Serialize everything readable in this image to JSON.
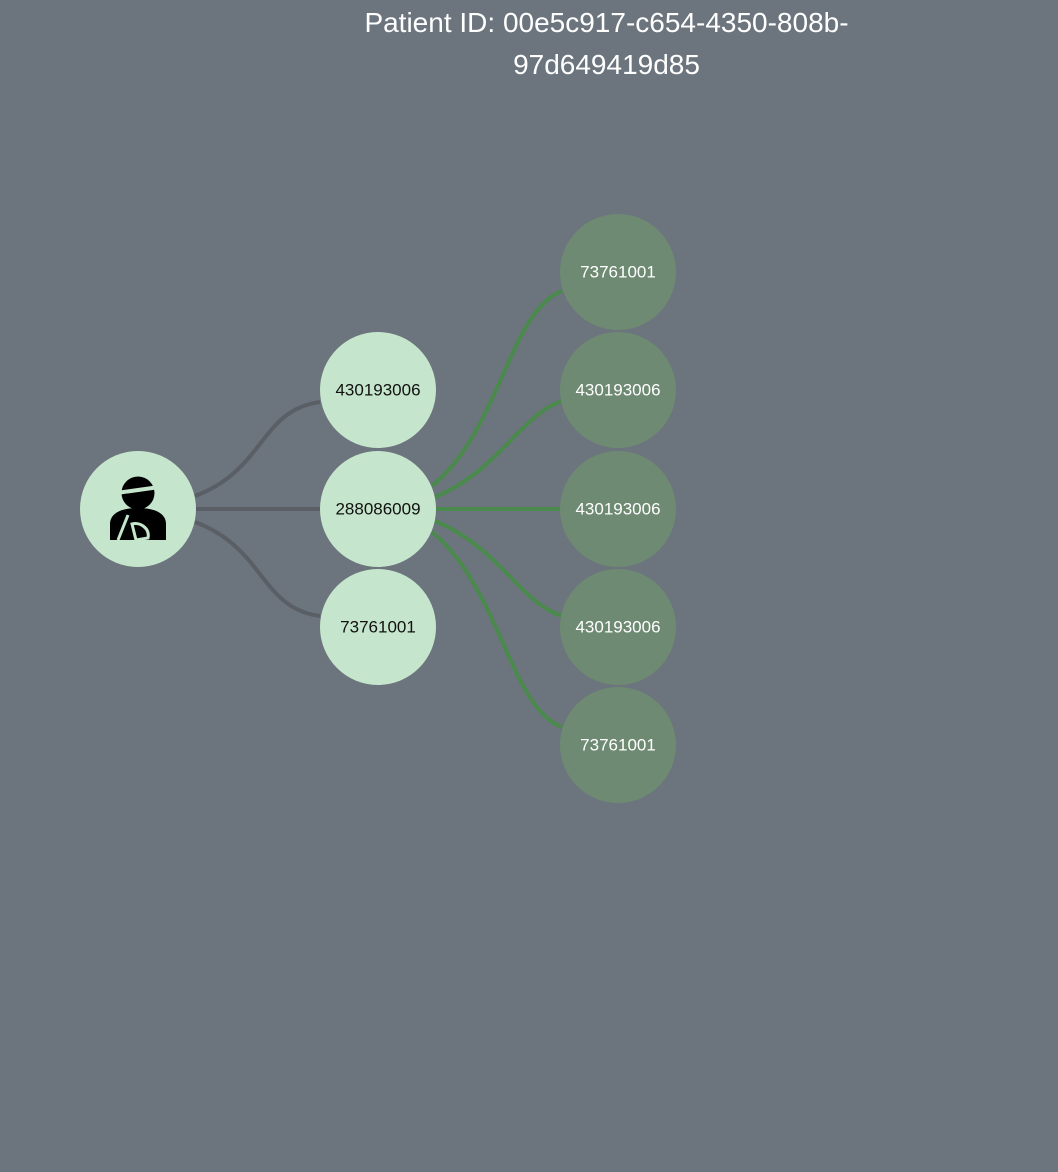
{
  "title": "Patient ID: 00e5c917-c654-4350-808b-97d649419d85",
  "colors": {
    "background": "#6c747d",
    "node_light": "#c5e6cc",
    "node_dark": "#6e8a72",
    "edge_gray": "#5a5f66",
    "edge_green": "#4a8a4c"
  },
  "root": {
    "icon": "injured-patient-icon"
  },
  "level1": [
    {
      "label": "430193006"
    },
    {
      "label": "288086009"
    },
    {
      "label": "73761001"
    }
  ],
  "level2": [
    {
      "label": "73761001"
    },
    {
      "label": "430193006"
    },
    {
      "label": "430193006"
    },
    {
      "label": "430193006"
    },
    {
      "label": "73761001"
    }
  ]
}
